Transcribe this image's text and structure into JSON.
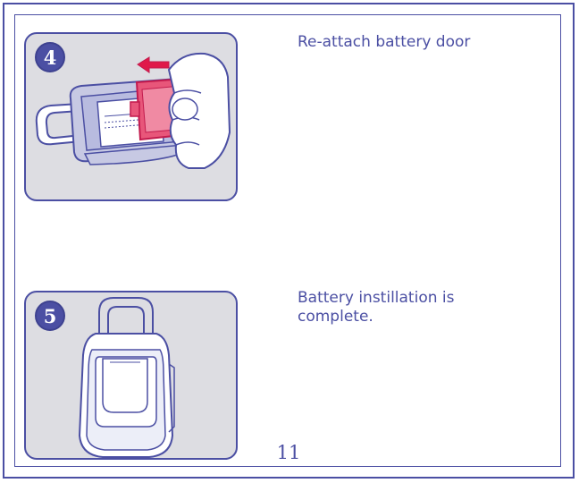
{
  "steps": [
    {
      "number": "4",
      "text": "Re-attach battery door"
    },
    {
      "number": "5",
      "text": "Battery instillation is complete."
    }
  ],
  "page": {
    "number": "11"
  },
  "colors": {
    "accent": "#4b4fa3",
    "panel_bg": "#dddde2",
    "battery_door": "#e8567a",
    "arrow": "#e0194a"
  }
}
